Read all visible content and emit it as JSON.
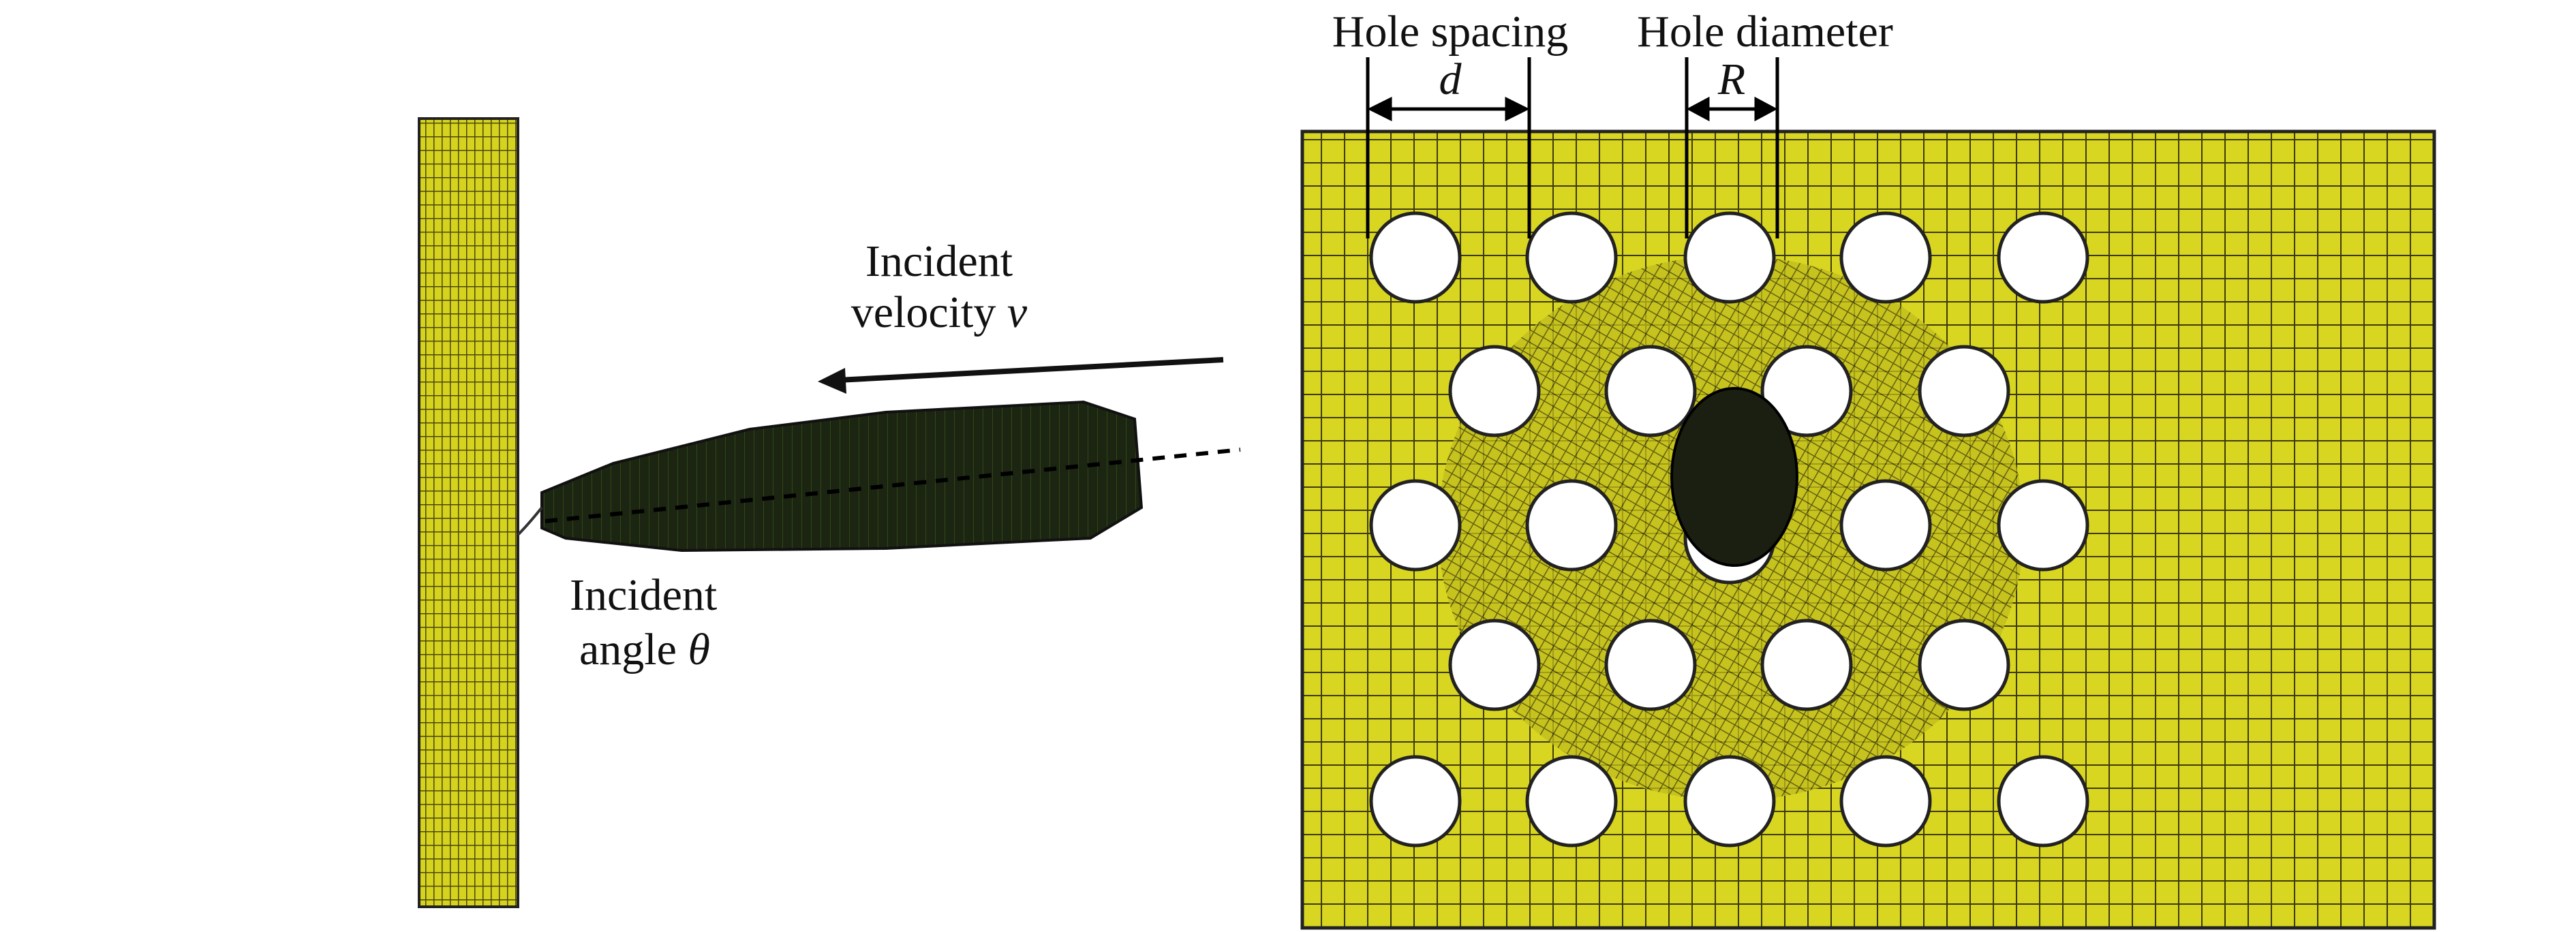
{
  "labels": {
    "incident_velocity_line1": "Incident",
    "incident_velocity_line2": "velocity ",
    "velocity_symbol": "v",
    "incident_angle_line1": "Incident",
    "incident_angle_line2": "angle ",
    "angle_symbol": "θ",
    "hole_spacing": "Hole spacing",
    "hole_spacing_symbol": "d",
    "hole_diameter": "Hole diameter",
    "hole_diameter_symbol": "R"
  },
  "colors": {
    "mesh_fill": "#d6d31e",
    "mesh_line": "#3d3a0c",
    "projectile": "#1c2412"
  }
}
